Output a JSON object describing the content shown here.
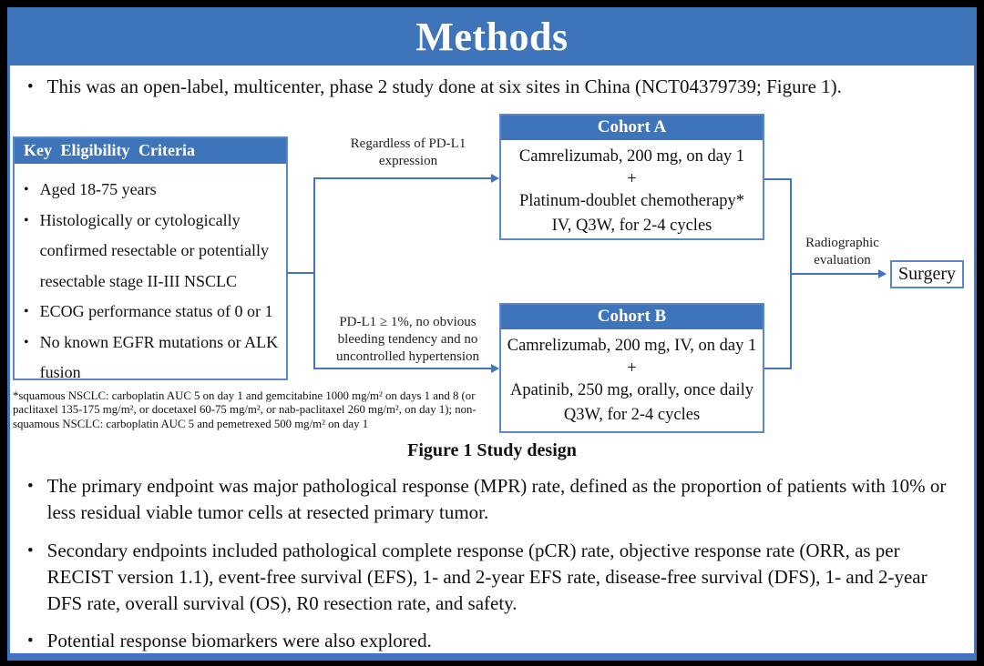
{
  "slide": {
    "title": "Methods",
    "intro_bullet": "This was an open-label, multicenter, phase 2 study done at six sites in China (NCT04379739; Figure 1).",
    "figure": {
      "caption": "Figure 1 Study design",
      "eligibility": {
        "header": "Key Eligibility Criteria",
        "items": [
          "Aged 18-75 years",
          "Histologically or cytologically confirmed resectable or potentially resectable stage II-III NSCLC",
          "ECOG performance status of 0 or 1",
          "No known EGFR mutations or ALK fusion"
        ]
      },
      "footnote": "*squamous NSCLC: carboplatin AUC 5 on day 1 and gemcitabine 1000 mg/m² on days 1 and 8 (or paclitaxel 135-175 mg/m², or docetaxel 60-75 mg/m², or nab-paclitaxel 260 mg/m², on day 1); non-squamous NSCLC: carboplatin AUC 5 and pemetrexed 500 mg/m² on day 1",
      "branch_top_label": "Regardless of PD-L1 expression",
      "branch_bottom_label": "PD-L1 ≥ 1%, no obvious bleeding tendency and no uncontrolled hypertension",
      "cohort_a": {
        "header": "Cohort A",
        "lines": [
          "Camrelizumab, 200 mg, on day 1",
          "+",
          "Platinum-doublet chemotherapy*",
          "IV, Q3W, for 2-4 cycles"
        ]
      },
      "cohort_b": {
        "header": "Cohort B",
        "lines": [
          "Camrelizumab, 200 mg, IV, on day 1",
          "+",
          "Apatinib, 250 mg, orally, once daily",
          "Q3W, for 2-4 cycles"
        ]
      },
      "evaluation_label": "Radiographic evaluation",
      "surgery_label": "Surgery"
    },
    "bullets": [
      "The primary endpoint was major pathological response (MPR) rate, defined as the proportion of patients with 10% or less residual viable tumor cells at resected primary tumor.",
      "Secondary endpoints included pathological complete response (pCR) rate, objective response rate (ORR, as per RECIST version 1.1), event-free survival (EFS), 1- and 2-year EFS rate, disease-free survival (DFS), 1- and 2-year DFS rate, overall survival (OS), R0 resection rate, and safety.",
      "Potential response biomarkers were also explored."
    ],
    "colors": {
      "banner_blue": "#3E74B9",
      "box_border_blue": "#5B87CB",
      "line_blue": "#4472C4"
    }
  }
}
